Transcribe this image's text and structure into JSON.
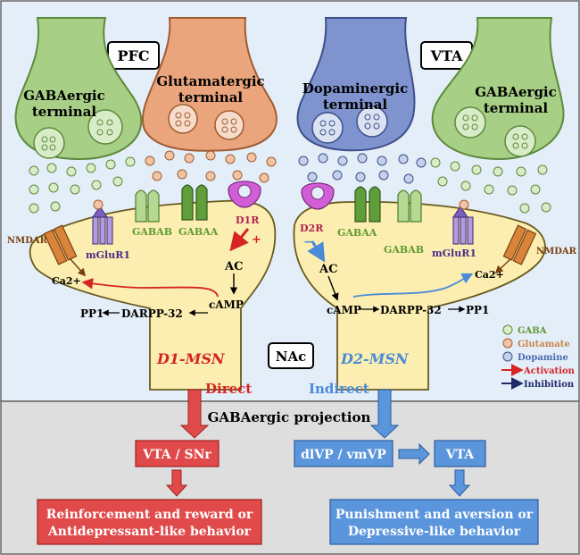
{
  "regions": {
    "pfc": "PFC",
    "vta": "VTA",
    "nac": "NAc"
  },
  "terminals": {
    "gaba_left": [
      "GABAergic",
      "terminal"
    ],
    "glutamate": [
      "Glutamatergic",
      "terminal"
    ],
    "dopamine": [
      "Dopaminergic",
      "terminal"
    ],
    "gaba_right": [
      "GABAergic",
      "terminal"
    ]
  },
  "receptors": {
    "nmdar_left": "NMDAR",
    "mglur1_left": "mGluR1",
    "gabab_left": "GABAB",
    "gabaa_left": "GABAA",
    "d1r": "D1R",
    "d1r_sign": "+",
    "d2r": "D2R",
    "d2r_sign": "−",
    "gabaa_right": "GABAA",
    "gabab_right": "GABAB",
    "mglur1_right": "mGluR1",
    "nmdar_right": "NMDAR"
  },
  "pathway_left": {
    "ac": "AC",
    "camp": "cAMP",
    "ca": "Ca2+",
    "pp1": "PP1",
    "darpp": "DARPP-32"
  },
  "pathway_right": {
    "ac": "AC",
    "camp": "cAMP",
    "darpp": "DARPP-32",
    "pp1": "PP1",
    "ca": "Ca2+"
  },
  "neurons": {
    "d1": "D1-MSN",
    "d2": "D2-MSN"
  },
  "legend": {
    "gaba": "GABA",
    "glutamate": "Glutamate",
    "dopamine": "Dopamine",
    "activation": "Activation",
    "inhibition": "Inhibition",
    "colors": {
      "gaba": "#d9ecc8",
      "glutamate": "#f2c4a3",
      "dopamine": "#c3d2ea",
      "activation": "#d62424",
      "inhibition": "#1f2a6b"
    }
  },
  "bottom": {
    "direct": "Direct",
    "indirect": "Indirect",
    "projection": "GABAergic projection",
    "vta_snr": "VTA / SNr",
    "dlvp": "dlVP / vmVP",
    "vta": "VTA",
    "outcome_left": [
      "Reinforcement and reward or",
      "Antidepressant-like behavior"
    ],
    "outcome_right": [
      "Punishment and aversion or",
      "Depressive-like behavior"
    ]
  }
}
